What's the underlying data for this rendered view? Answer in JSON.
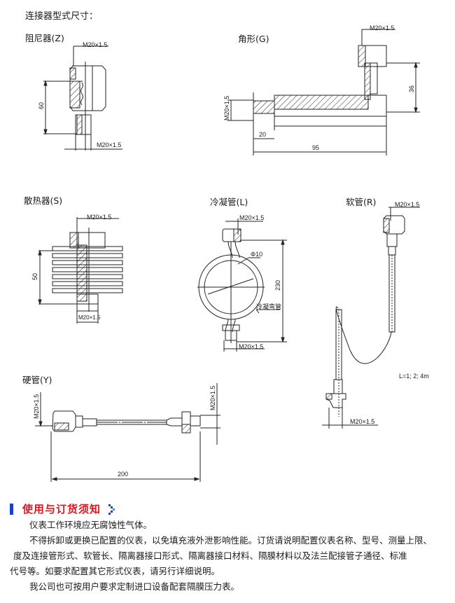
{
  "page_title": "连接器型式尺寸：",
  "drawings": {
    "damper": {
      "title": "阻尼器(Z)",
      "thread_top": "M20×1.5",
      "thread_bottom": "M20×1.5",
      "height": "60"
    },
    "angle": {
      "title": "角形(G)",
      "thread_top": "M20×1.5",
      "thread_side": "M20×1.5",
      "height": "36",
      "stub_length": "20",
      "total_length": "95"
    },
    "radiator": {
      "title": "散热器(S)",
      "thread_top": "M20×1.5",
      "thread_bottom": "M20×1.5",
      "height": "50"
    },
    "condenser": {
      "title": "冷凝管(L)",
      "thread_top": "M20×1.5",
      "thread_bottom": "M20×1.5",
      "diameter": "Φ10",
      "height": "230",
      "coil_label": "冷凝弯管"
    },
    "hose": {
      "title": "软管(R)",
      "thread_top": "M20×1.5",
      "thread_bottom": "M20×1.5",
      "length_note": "L=1; 2; 4m"
    },
    "rigid_pipe": {
      "title": "硬管(Y)",
      "thread_left": "M20×1.5",
      "thread_right": "M20×1.5",
      "length": "200"
    }
  },
  "notice": {
    "title": "使用与订货须知",
    "bar_color": "#1c3fc8",
    "title_color": "#e0141e",
    "paragraphs": [
      "仪表工作环境应无腐蚀性气体。",
      "不得拆卸或更换已配置的仪表，以免填充液外泄影响性能。订货请说明配置仪表名称、型号、测量上限、",
      "度及连接管形式、软管长、隔离器接口形式、隔离器接口材料、隔膜材料以及法兰配接管子通径、标准",
      "代号等。如要求配置其它形式仪表，请另行详细说明。",
      "我公司也可按用户要求定制进口设备配套隔膜压力表。"
    ]
  }
}
